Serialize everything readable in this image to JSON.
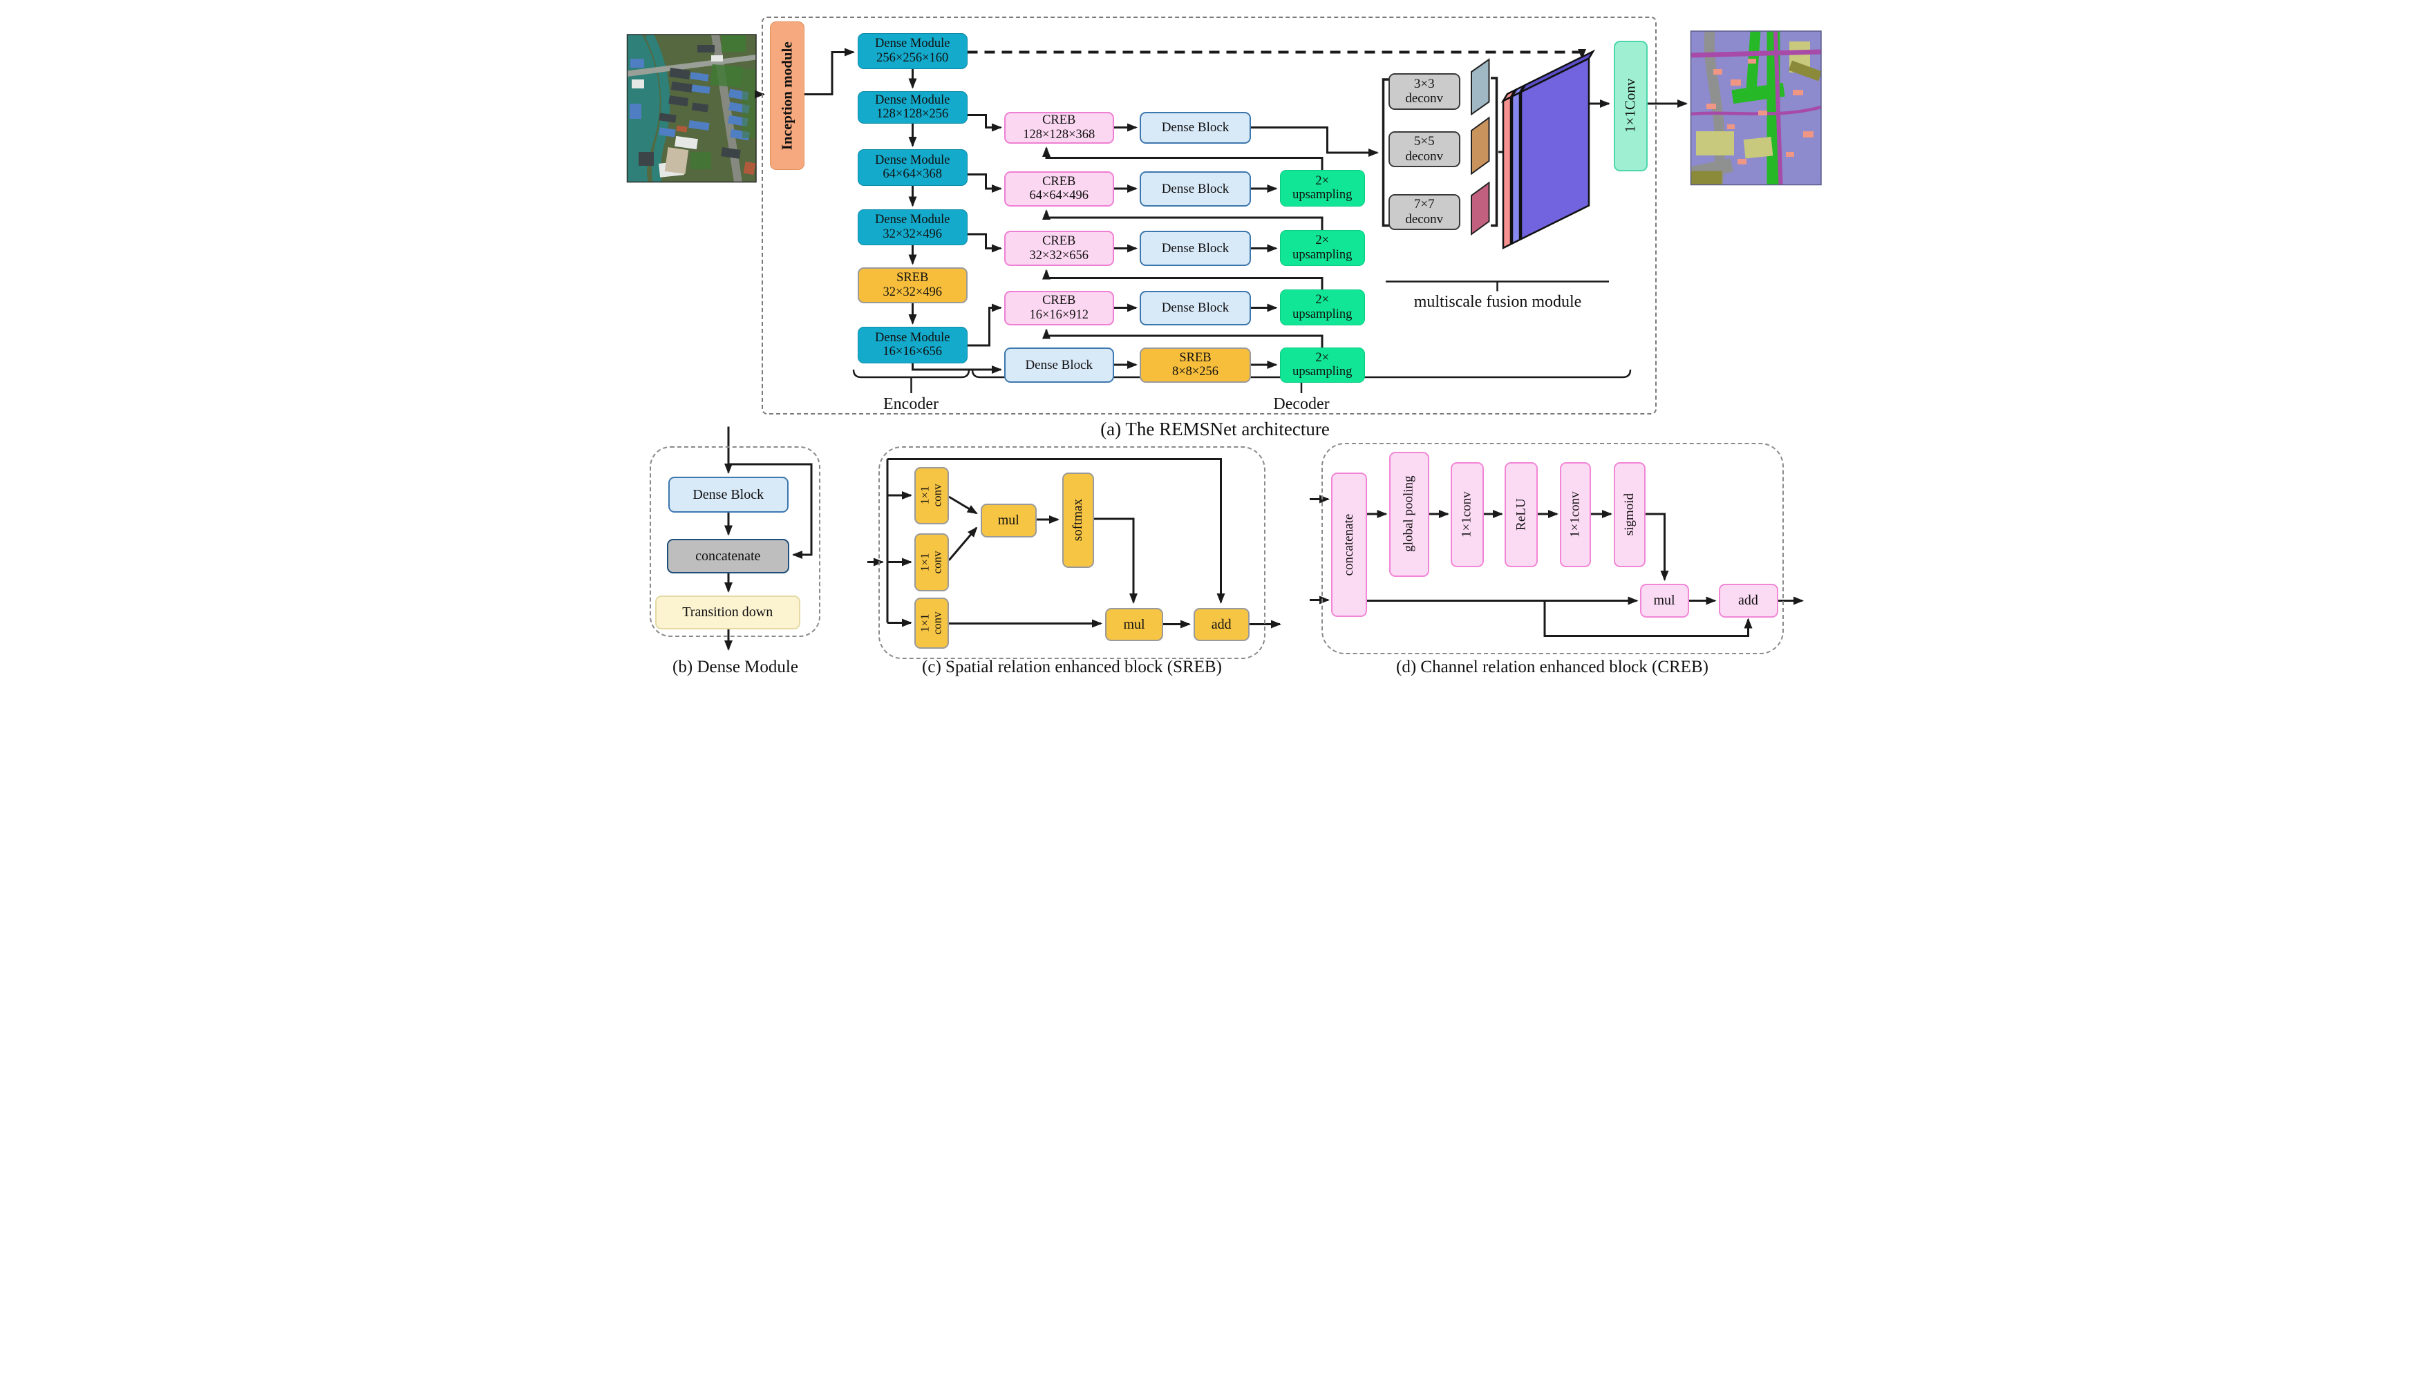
{
  "figure": {
    "caption_a": "(a) The REMSNet architecture",
    "caption_b": "(b) Dense Module",
    "caption_c": "(c) Spatial relation enhanced block (SREB)",
    "caption_d": "(d) Channel relation enhanced block (CREB)",
    "encoder_label": "Encoder",
    "decoder_label": "Decoder",
    "fusion_label": "multiscale fusion module"
  },
  "architecture": {
    "inception_label": "Inception module",
    "conv_1x1_label": "1×1Conv",
    "dense_block_label": "Dense Block",
    "upsampling": {
      "line1": "2×",
      "line2": "upsampling"
    },
    "encoder_blocks": [
      {
        "line1": "Dense Module",
        "line2": "256×256×160"
      },
      {
        "line1": "Dense Module",
        "line2": "128×128×256"
      },
      {
        "line1": "Dense Module",
        "line2": "64×64×368"
      },
      {
        "line1": "Dense Module",
        "line2": "32×32×496"
      },
      {
        "line1": "SREB",
        "line2": "32×32×496"
      },
      {
        "line1": "Dense Module",
        "line2": "16×16×656"
      }
    ],
    "creb_blocks": [
      {
        "line1": "CREB",
        "line2": "128×128×368"
      },
      {
        "line1": "CREB",
        "line2": "64×64×496"
      },
      {
        "line1": "CREB",
        "line2": "32×32×656"
      },
      {
        "line1": "CREB",
        "line2": "16×16×912"
      }
    ],
    "bottom_sreb": {
      "line1": "SREB",
      "line2": "8×8×256"
    },
    "deconv_blocks": [
      {
        "line1": "3×3",
        "line2": "deconv"
      },
      {
        "line1": "5×5",
        "line2": "deconv"
      },
      {
        "line1": "7×7",
        "line2": "deconv"
      }
    ]
  },
  "dense_module": {
    "dense_block": "Dense Block",
    "concatenate": "concatenate",
    "transition_down": "Transition down"
  },
  "sreb": {
    "conv1": {
      "line1": "1×1",
      "line2": "conv"
    },
    "conv2": {
      "line1": "1×1",
      "line2": "conv"
    },
    "conv3": {
      "line1": "1×1",
      "line2": "conv"
    },
    "mul1": "mul",
    "softmax": "softmax",
    "mul2": "mul",
    "add": "add"
  },
  "creb": {
    "concatenate": "concatenate",
    "global_pooling": "global pooling",
    "conv1": "1×1conv",
    "relu": "ReLU",
    "conv2": "1×1conv",
    "sigmoid": "sigmoid",
    "mul": "mul",
    "add": "add"
  },
  "colors": {
    "encoder_teal": "#14aacb",
    "creb_pink": "#fbd7f1",
    "dense_block_blue": "#d8e9f8",
    "upsampling_green": "#10e695",
    "sreb_gold": "#f7be3c",
    "deconv_gray": "#cbcbcb",
    "conv_mint": "#9ff0d3",
    "inception_orange": "#f6a97e",
    "slab_salmon": "#f5918f",
    "slab_blue": "#8789f0",
    "slab_purple": "#7164de"
  }
}
